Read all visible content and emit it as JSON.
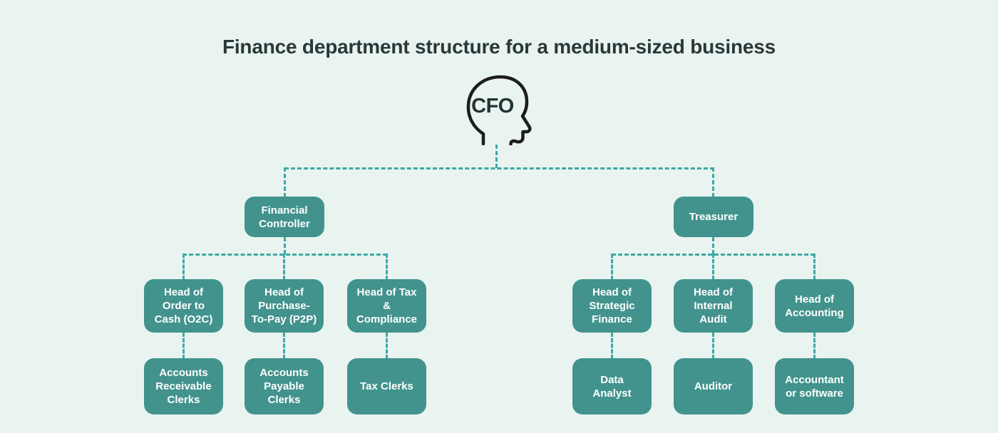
{
  "title": "Finance department structure for a medium-sized business",
  "colors": {
    "background": "#e9f4f1",
    "box": "#42938d",
    "connector": "#3da9a2",
    "title_text": "#2b3839",
    "box_text": "#ffffff",
    "icon_stroke": "#1d1d1d"
  },
  "cfo": {
    "label": "CFO",
    "icon": "head-profile-icon"
  },
  "branches": [
    {
      "manager": "Financial\nController",
      "teams": [
        {
          "head": "Head of\nOrder to\nCash (O2C)",
          "report": "Accounts\nReceivable\nClerks"
        },
        {
          "head": "Head of\nPurchase-\nTo-Pay (P2P)",
          "report": "Accounts\nPayable\nClerks"
        },
        {
          "head": "Head of Tax\n&\nCompliance",
          "report": "Tax Clerks"
        }
      ]
    },
    {
      "manager": "Treasurer",
      "teams": [
        {
          "head": "Head of\nStrategic\nFinance",
          "report": "Data\nAnalyst"
        },
        {
          "head": "Head of\nInternal\nAudit",
          "report": "Auditor"
        },
        {
          "head": "Head of\nAccounting",
          "report": "Accountant\nor software"
        }
      ]
    }
  ]
}
